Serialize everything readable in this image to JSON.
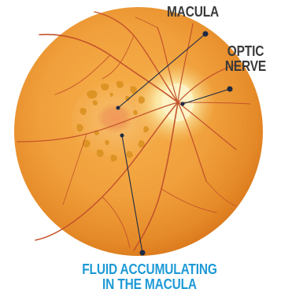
{
  "labels": {
    "macula": "MACULA",
    "optic_nerve_line1": "OPTIC",
    "optic_nerve_line2": "NERVE",
    "fluid_line1": "FLUID ACCUMULATING",
    "fluid_line2": "IN THE MACULA"
  },
  "colors": {
    "label_text": "#3a3a3a",
    "highlight_label_text": "#1d9ad6",
    "eye_outer": "#e07a1c",
    "eye_inner": "#f0a23c",
    "optic_disc": "#fbe9a8",
    "fluid_spots": "#d68a1a",
    "vessels": "#c2502a",
    "leader_lines": "#1f2a44"
  }
}
